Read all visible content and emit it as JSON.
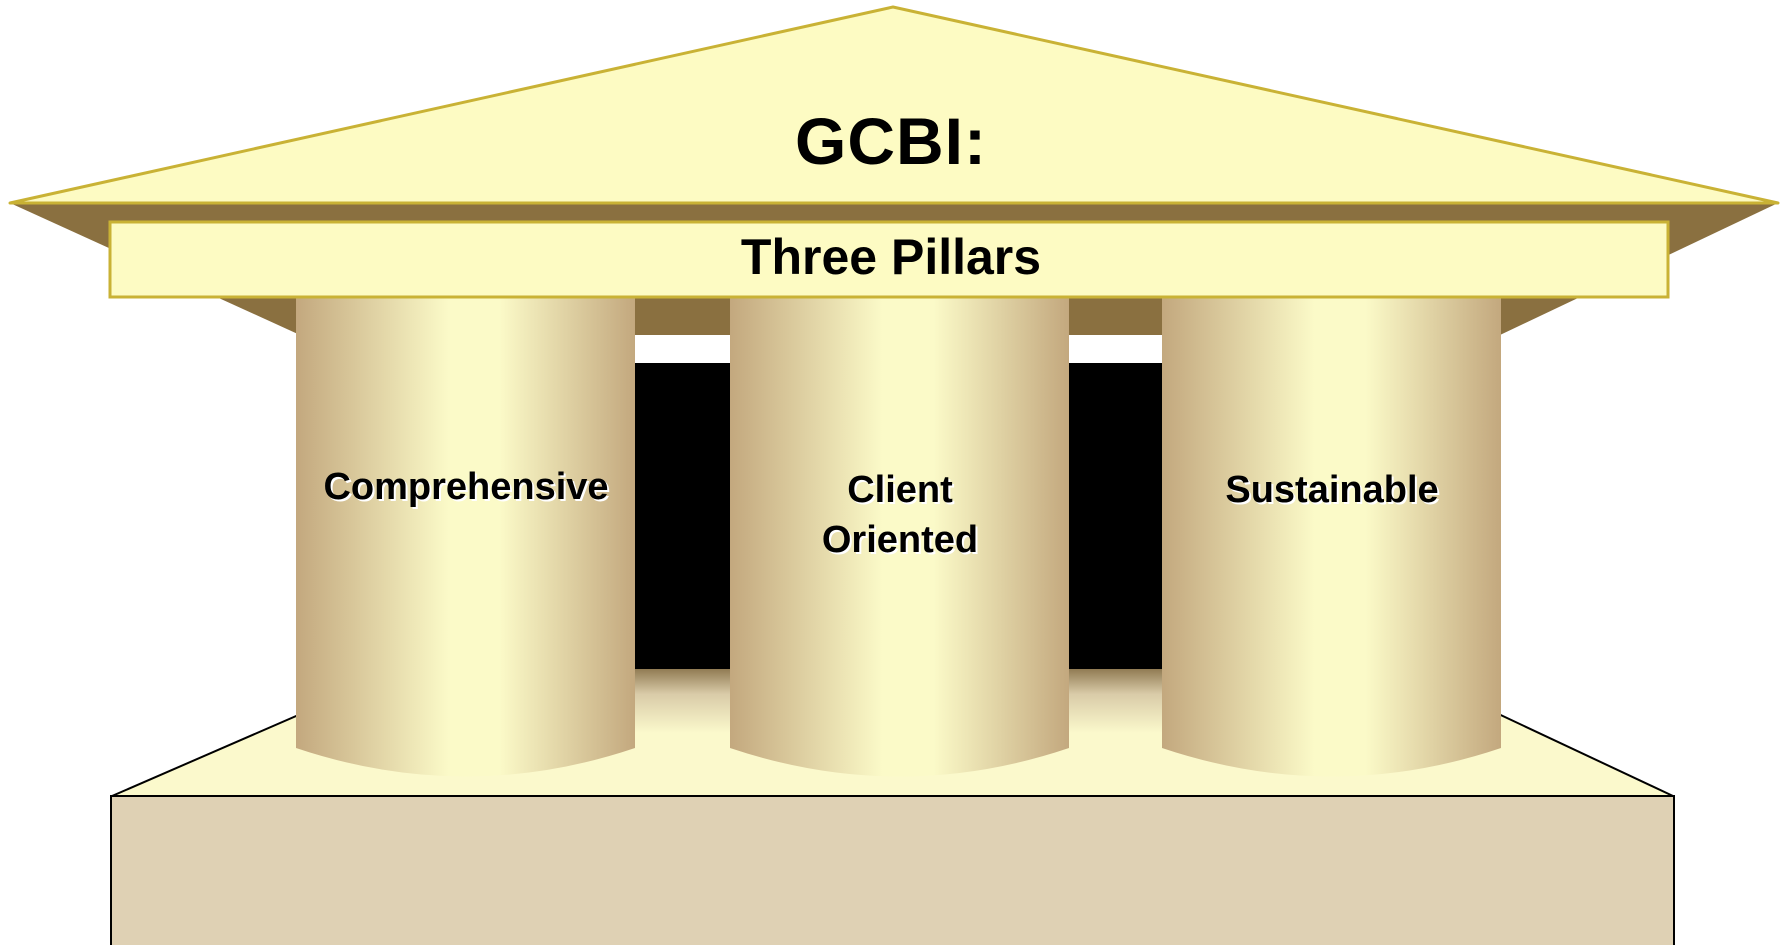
{
  "title": "GCBI:",
  "banner": "Three Pillars",
  "pillars": [
    {
      "label_lines": [
        "Comprehensive"
      ]
    },
    {
      "label_lines": [
        "Client",
        "Oriented"
      ]
    },
    {
      "label_lines": [
        "Sustainable"
      ]
    }
  ],
  "colors": {
    "roof_fill": "#FDFBC3",
    "roof_stroke": "#C9B235",
    "roof_shadow": "#8A7040",
    "banner_fill": "#FDFBC3",
    "doorway": "#000000",
    "pillar_edge": "#C3A87E",
    "pillar_center": "#FBFAC8",
    "base_top": "#FBF9CC",
    "base_front": "#DFD1B4"
  }
}
